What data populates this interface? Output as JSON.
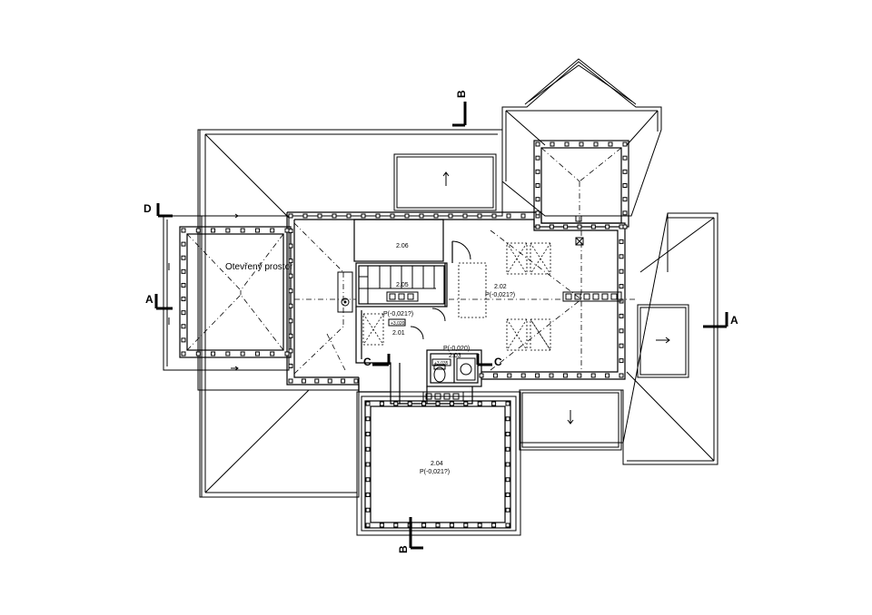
{
  "rooms": {
    "open_space": "Otevřený prostor",
    "r206": "2.06",
    "r205": "2.05",
    "r201": "2.01",
    "r202": "2.02",
    "r202_area": "P(-0,021?)",
    "r203": "2.03",
    "r203_area": "P(-0,020)",
    "r204": "2.04",
    "r204_area": "P(-0,021?)",
    "stair_area": "P(-0,021?)"
  },
  "levels": {
    "lv1": "+3,020",
    "lv2": "+3,035"
  },
  "sections": {
    "a_left": "A",
    "a_right": "A",
    "b_top": "B",
    "b_bottom": "B",
    "c_left": "C",
    "c_right": "C",
    "d_left": "D"
  }
}
